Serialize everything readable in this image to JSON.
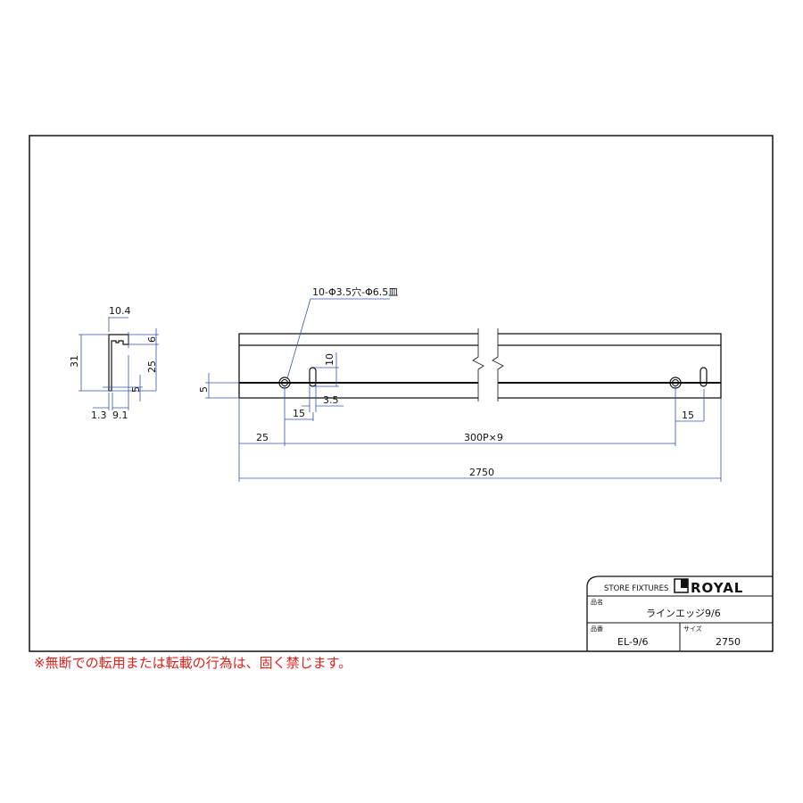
{
  "profile_dims": {
    "width_top": "10.4",
    "height": "31",
    "top": "6",
    "lower": "25",
    "center": "5",
    "thickness": "1.3",
    "depth": "9.1"
  },
  "rail_dims": {
    "hole_note": "10-Φ3.5穴-Φ6.5皿",
    "slot_height": "10",
    "center_offset": "5",
    "slot_width": "3.5",
    "slot_offset_left": "15",
    "slot_offset_right": "15",
    "end_offset": "25",
    "pitch": "300P×9",
    "total_length": "2750"
  },
  "title_block": {
    "category": "STORE FIXTURES",
    "brand": "ROYAL",
    "name_label": "品名",
    "name": "ラインエッジ9/6",
    "code_label": "品番",
    "code": "EL-9/6",
    "size_label": "サイズ",
    "size": "2750"
  },
  "warning": "※無断での転用または転載の行為は、固く禁じます。",
  "colors": {
    "dimension": "#3355b0",
    "warning": "#e0201a"
  }
}
